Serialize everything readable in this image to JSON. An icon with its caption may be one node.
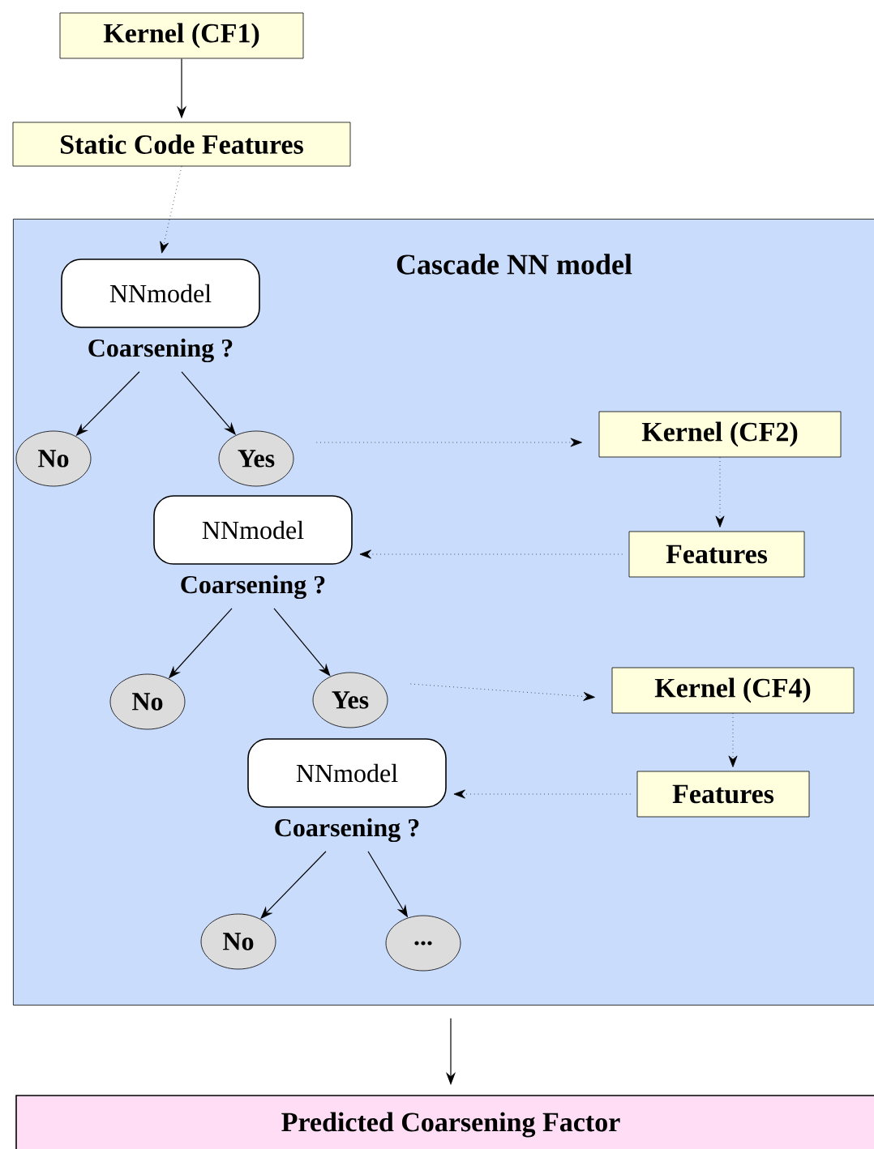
{
  "diagram": {
    "nodes": [
      {
        "text": [
          "Kernel (CF1)"
        ]
      },
      {
        "text": [
          "Static Code Features"
        ]
      },
      {
        "text": [
          "Cascade NN model"
        ]
      },
      {
        "text": [
          "NNmodel"
        ],
        "in": 2,
        "beside": [
          "Coarsening ?"
        ]
      },
      {
        "text": [
          "No"
        ],
        "in": 2
      },
      {
        "text": [
          "Yes"
        ],
        "in": 2
      },
      {
        "text": [
          "Kernel (CF2)"
        ],
        "in": 2
      },
      {
        "text": [
          "Features"
        ],
        "in": 2
      },
      {
        "text": [
          "NNmodel"
        ],
        "in": 2,
        "beside": [
          "Coarsening ?"
        ]
      },
      {
        "text": [
          "No"
        ],
        "in": 2
      },
      {
        "text": [
          "Yes"
        ],
        "in": 2
      },
      {
        "text": [
          "Kernel (CF4)"
        ],
        "in": 2
      },
      {
        "text": [
          "Features"
        ],
        "in": 2
      },
      {
        "text": [
          "NNmodel"
        ],
        "in": 2,
        "beside": [
          "Coarsening ?"
        ]
      },
      {
        "text": [
          "No"
        ],
        "in": 2
      },
      {
        "text": [
          "..."
        ],
        "in": 2
      },
      {
        "text": [
          "Predicted Coarsening Factor"
        ]
      }
    ],
    "edges": [
      {
        "from": 0,
        "to": 1,
        "arrow": "to"
      },
      {
        "from": 1,
        "to": 3,
        "arrow": "to",
        "style": "dashed"
      },
      {
        "from": 3,
        "to": 4,
        "arrow": "to"
      },
      {
        "from": 3,
        "to": 5,
        "arrow": "to"
      },
      {
        "from": 5,
        "to": 6,
        "arrow": "to",
        "style": "dashed"
      },
      {
        "from": 6,
        "to": 7,
        "arrow": "to",
        "style": "dashed"
      },
      {
        "from": 7,
        "to": 8,
        "arrow": "to",
        "style": "dashed"
      },
      {
        "from": 8,
        "to": 9,
        "arrow": "to"
      },
      {
        "from": 8,
        "to": 10,
        "arrow": "to"
      },
      {
        "from": 10,
        "to": 11,
        "arrow": "to",
        "style": "dashed"
      },
      {
        "from": 11,
        "to": 12,
        "arrow": "to",
        "style": "dashed"
      },
      {
        "from": 12,
        "to": 13,
        "arrow": "to",
        "style": "dashed"
      },
      {
        "from": 13,
        "to": 14,
        "arrow": "to"
      },
      {
        "from": 13,
        "to": 15,
        "arrow": "to"
      },
      {
        "from": 2,
        "to": 16,
        "arrow": "to"
      }
    ]
  }
}
